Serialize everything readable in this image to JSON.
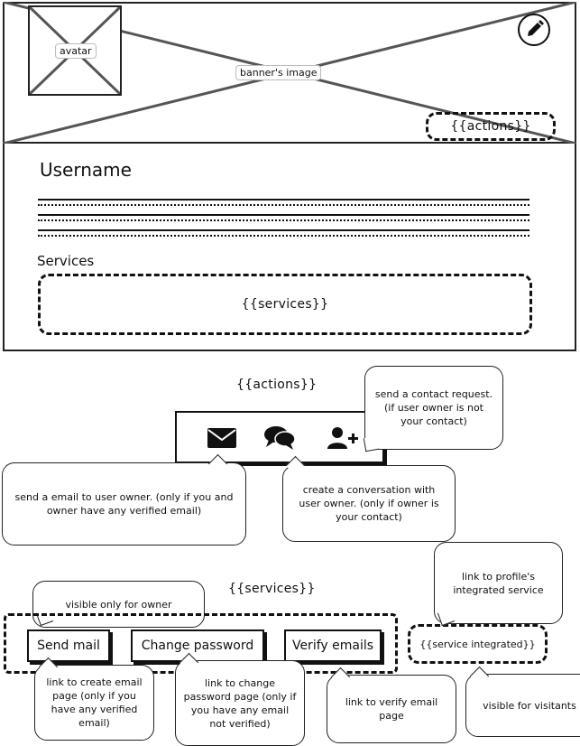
{
  "profile": {
    "avatar_label": "avatar",
    "banner_label": "banner's image",
    "actions_placeholder": "{{actions}}",
    "username": "Username",
    "services_heading": "Services",
    "services_placeholder": "{{services}}"
  },
  "actions_section": {
    "title": "{{actions}}",
    "icons": [
      "email-icon",
      "chat-icon",
      "add-contact-icon"
    ],
    "notes": {
      "contact": "send a contact request. (if user owner is not your contact)",
      "email": "send a email to user owner. (only if you and owner have any verified email)",
      "conversation": "create a conversation with user owner. (only if owner is your contact)"
    }
  },
  "services_section": {
    "title": "{{services}}",
    "buttons": {
      "send_mail": "Send mail",
      "change_password": "Change password",
      "verify_emails": "Verify emails"
    },
    "integrated": "{{service integrated}}",
    "notes": {
      "owner_only": "visible only for owner",
      "integrated_link": "link to profile's integrated service",
      "send_mail": "link to create email page (only if you have any verified email)",
      "change_password": "link to change password page (only if you have any email not verified)",
      "verify_emails": "link to verify email page",
      "visitants": "visible for visitants"
    }
  }
}
